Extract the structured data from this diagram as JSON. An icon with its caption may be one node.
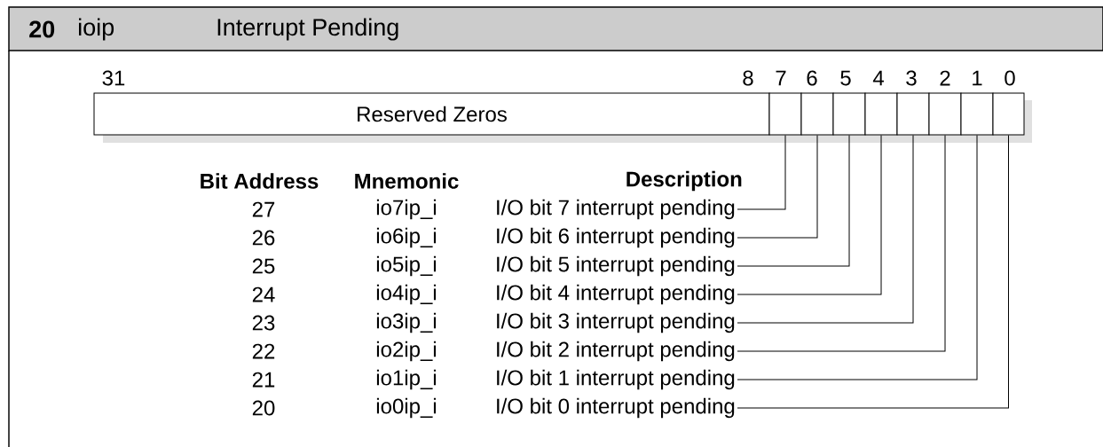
{
  "diagram": {
    "title": "Interrupt Pending",
    "nodes": [
      {
        "text": [
          "Reserved Zeros"
        ]
      },
      {
        "text": [],
        "shape": "box"
      },
      {
        "text": [],
        "shape": "box"
      },
      {
        "text": [],
        "shape": "box"
      },
      {
        "text": [],
        "shape": "box"
      },
      {
        "text": [],
        "shape": "box"
      },
      {
        "text": [],
        "shape": "box"
      },
      {
        "text": [],
        "shape": "box"
      },
      {
        "text": [],
        "shape": "box"
      },
      {
        "text": [
          "I/O bit 7 interrupt pending"
        ]
      },
      {
        "text": [
          "I/O bit 6 interrupt pending"
        ]
      },
      {
        "text": [
          "I/O bit 5 interrupt pending"
        ]
      },
      {
        "text": [
          "I/O bit 4 interrupt pending"
        ]
      },
      {
        "text": [
          "I/O bit 3 interrupt pending"
        ]
      },
      {
        "text": [
          "I/O bit 2 interrupt pending"
        ]
      },
      {
        "text": [
          "I/O bit 1 interrupt pending"
        ]
      },
      {
        "text": [
          "I/O bit 0 interrupt pending"
        ]
      }
    ],
    "edges": [
      {
        "from": 9,
        "to": 1,
        "arrow": "none"
      },
      {
        "from": 10,
        "to": 2,
        "arrow": "none"
      },
      {
        "from": 11,
        "to": 3,
        "arrow": "none"
      },
      {
        "from": 12,
        "to": 4,
        "arrow": "none"
      },
      {
        "from": 13,
        "to": 5,
        "arrow": "none"
      },
      {
        "from": 14,
        "to": 6,
        "arrow": "none"
      },
      {
        "from": 15,
        "to": 7,
        "arrow": "none"
      },
      {
        "from": 16,
        "to": 8,
        "arrow": "none"
      }
    ],
    "labels": [
      "20",
      "ioip",
      "31",
      "8",
      "7",
      "6",
      "5",
      "4",
      "3",
      "2",
      "1",
      "0",
      "Bit Address",
      "Mnemonic",
      "Description",
      "27",
      "io7ip_i",
      "26",
      "io6ip_i",
      "25",
      "io5ip_i",
      "24",
      "io4ip_i",
      "23",
      "io3ip_i",
      "22",
      "io2ip_i",
      "21",
      "io1ip_i",
      "20",
      "io0ip_i"
    ]
  }
}
